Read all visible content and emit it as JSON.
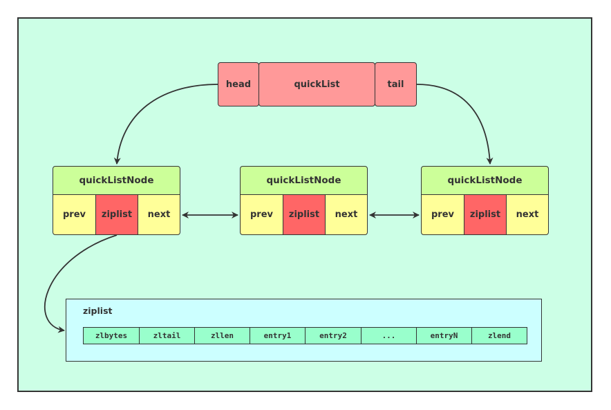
{
  "quicklist": {
    "head": "head",
    "title": "quickList",
    "tail": "tail"
  },
  "nodes": [
    {
      "title": "quickListNode",
      "prev": "prev",
      "ziplist": "ziplist",
      "next": "next"
    },
    {
      "title": "quickListNode",
      "prev": "prev",
      "ziplist": "ziplist",
      "next": "next"
    },
    {
      "title": "quickListNode",
      "prev": "prev",
      "ziplist": "ziplist",
      "next": "next"
    }
  ],
  "ziplist": {
    "title": "ziplist",
    "fields": [
      "zlbytes",
      "zltail",
      "zllen",
      "entry1",
      "entry2",
      "...",
      "entryN",
      "zlend"
    ]
  },
  "colors": {
    "background": "#ccffe6",
    "quicklist": "#ff9999",
    "node_header": "#ccff99",
    "node_cell": "#ffff99",
    "node_ziplist": "#ff6666",
    "ziplist_panel": "#ccffff",
    "ziplist_cell": "#99ffcc",
    "stroke": "#333333"
  }
}
